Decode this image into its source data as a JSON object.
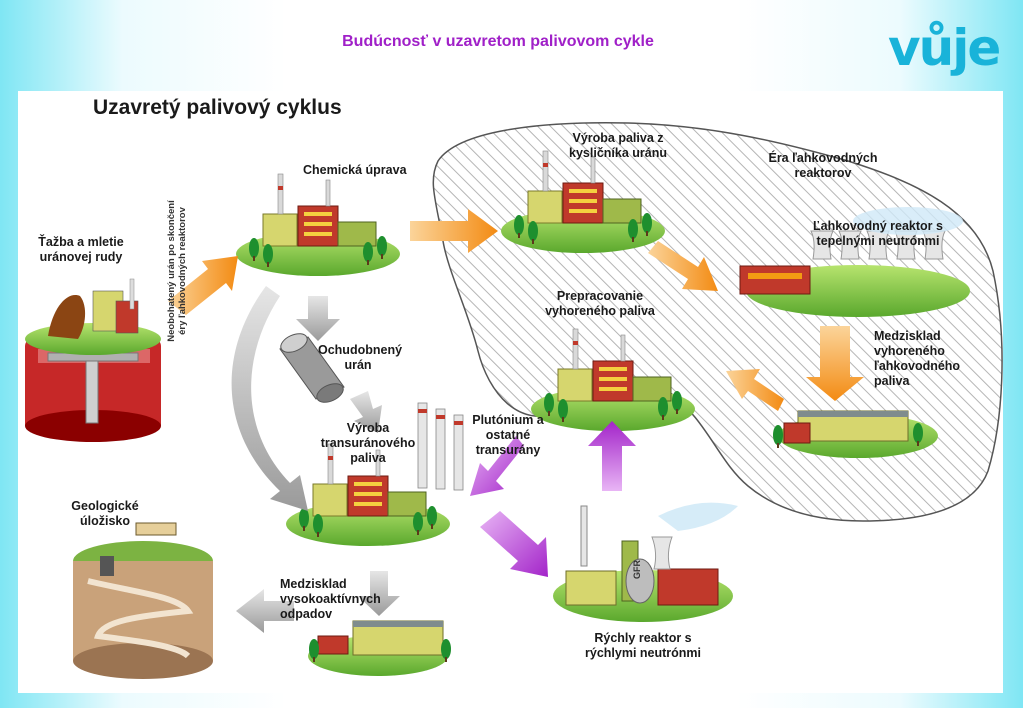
{
  "header": {
    "title": "Budúcnosť v uzavretom palivovom cykle",
    "logo_text": "vůje"
  },
  "diagram": {
    "title": "Uzavretý palivový cyklus",
    "labels": {
      "mining": "Ťažba a mletie uránovej rudy",
      "chemical": "Chemická úprava",
      "fuel_uranium_oxide": "Výroba  paliva z kysličníka uránu",
      "lwr_era": "Éra ľahkovodných reaktorov",
      "lwr_reactor": "Ľahkovodný reaktor s tepelnými neutrónmi",
      "reprocessing": "Prepracovanie vyhoreného paliva",
      "depleted_uranium": "Ochudobnený urán",
      "interim_lwr": "Medzisklad vyhoreného ľahkovodného paliva",
      "plutonium": "Plutónium a ostatné transurány",
      "transuranic_fuel": "Výroba transuránového paliva",
      "unenriched": "Neobohatený urán po skončení éry ľahkovodných reaktorov",
      "geological": "Geologické úložisko",
      "interim_hlw": "Medzisklad vysokoaktívnych odpadov",
      "fast_reactor": "Rýchly reaktor s rýchlymi neutrónmi",
      "gfr": "GFR"
    }
  },
  "colors": {
    "title": "#a020c8",
    "logo": "#19b3d9",
    "arrow_orange": "#f7941d",
    "arrow_purple": "#b03cd6",
    "arrow_gray": "#a6a6a6",
    "ground": "#8ccf4a",
    "factory_red": "#c0392b"
  }
}
